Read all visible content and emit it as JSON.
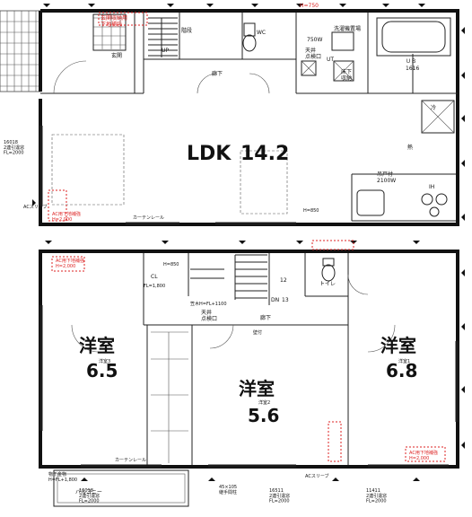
{
  "ground_floor": {
    "ldk_label": "LDK",
    "ldk_size": "14.2",
    "entrance": "玄関",
    "stairs": "階段",
    "up": "UP",
    "wc": "WC",
    "hall": "廊下",
    "washing_place": "洗濯機置場",
    "heater": "750W",
    "ceiling_hatch": "天井\n点検口",
    "floor_storage": "床下\n収納",
    "ut": "UT",
    "bath_label": "ＵＢ",
    "bath_size": "1616",
    "hanging_shelf": "吊戸付\n2100W",
    "ih": "IH",
    "shoe_rack_note": "玄関収納用\n下地補強",
    "h_note": "H=750",
    "fridge": "冷",
    "heat": "熱",
    "curtain_rail": "カーテンレール",
    "ac_sleeve": "ACスリーブ",
    "ac_mount": "AC用下地補強\nH=2,000",
    "h850": "H=850",
    "window_1f": "16018\n2連引違窓\nFL=2000"
  },
  "upper_floor": {
    "room1_name": "洋室",
    "room1_size": "6.5",
    "room1_tag": "洋室3",
    "room2_name": "洋室",
    "room2_size": "5.6",
    "room2_tag": "洋室2",
    "room3_name": "洋室",
    "room3_size": "6.8",
    "room3_tag": "洋室1",
    "cl": "CL",
    "hall": "廊下",
    "toilet": "トイレ",
    "ceiling_hatch": "天井\n点検口",
    "handrail_ht": "笠木H=FL+1100",
    "dn": "DN",
    "dn_num": "13",
    "stair_num": "12",
    "balcony": "バルコニー",
    "dryer": "物干金物\nH=FL+1,800",
    "post_note": "45×105\n継手間柱",
    "fl800": "FL=1,800",
    "ac_mount_left": "AC用下地補強\nH=2,000",
    "ac_mount_right": "AC用下地補強\nH=2,000",
    "ac_sleeve": "ACスリーブ",
    "curtain_rail": "カーテンレール",
    "window_a": "16018\n2連引違窓\nFL=2000",
    "window_b": "16511\n2連引違窓\nFL=2000",
    "window_c": "11411\n2連引違窓\nFL=2000",
    "h850": "H=850",
    "pipe": "壁付"
  }
}
